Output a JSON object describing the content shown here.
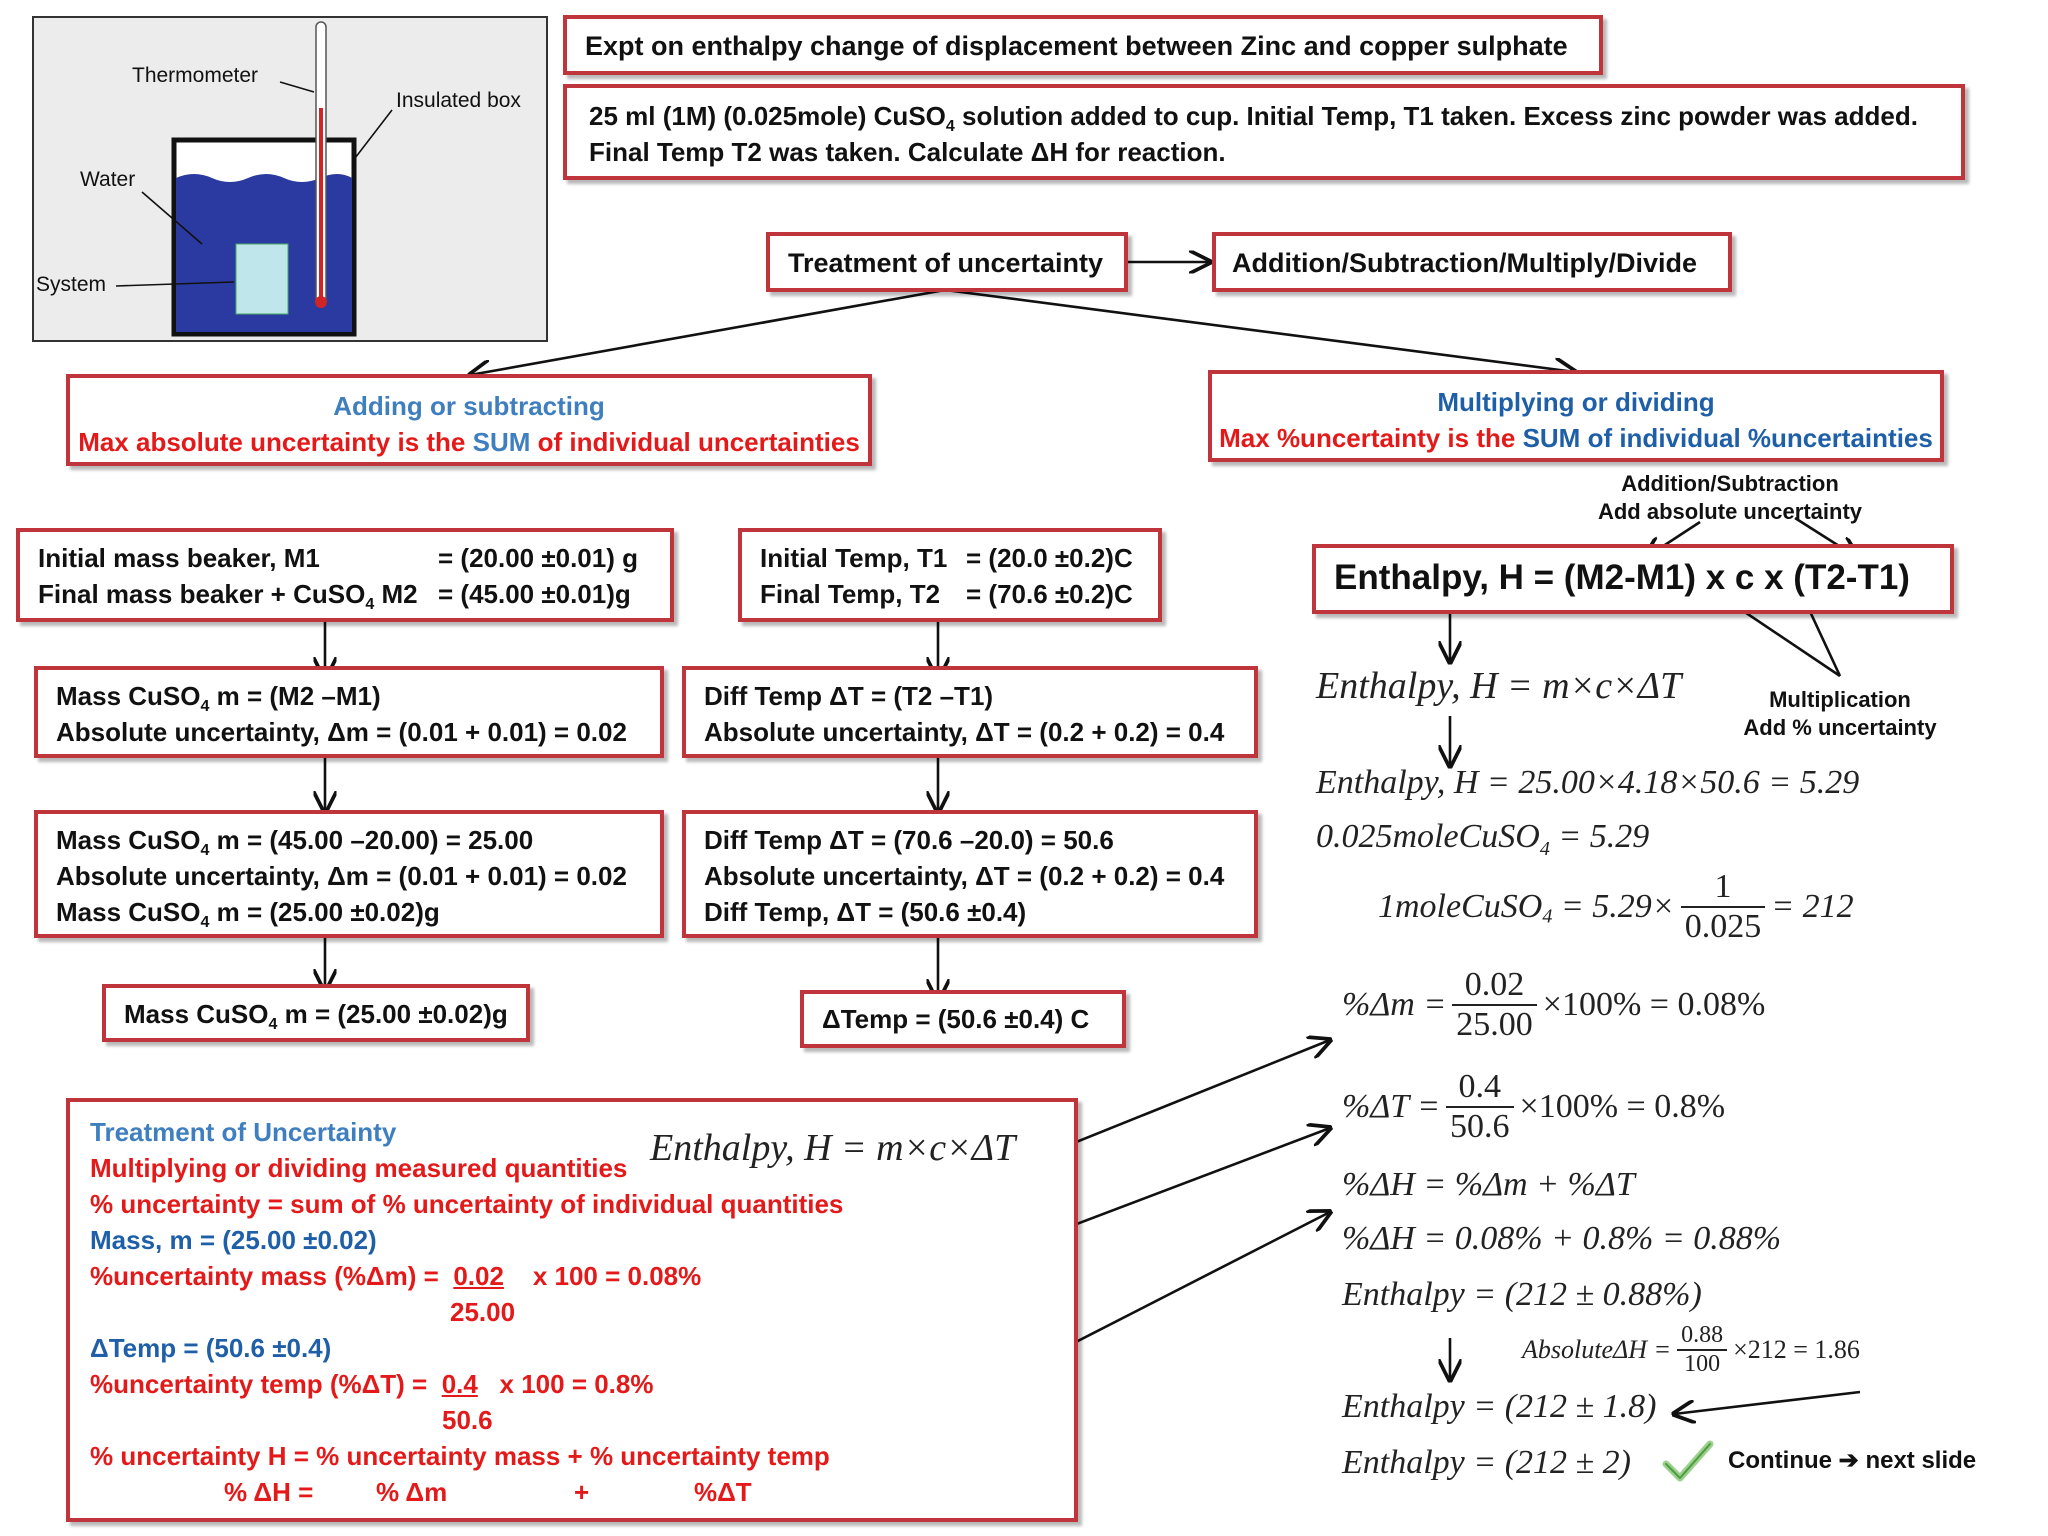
{
  "diagram": {
    "thermometer_label": "Thermometer",
    "insulated_box_label": "Insulated box",
    "water_label": "Water",
    "system_label": "System"
  },
  "title": "Expt on enthalpy change of displacement between Zinc and copper sulphate",
  "intro": {
    "line1_a": "25 ml (1M) (0.025mole) CuSO",
    "line1_sub": "4",
    "line1_b": " solution added to cup. Initial Temp, T1 taken. Excess zinc powder was added.",
    "line2": "Final Temp T2 was taken. Calculate ΔH for reaction."
  },
  "treatment": {
    "label": "Treatment of uncertainty",
    "ops": "Addition/Subtraction/Multiply/Divide"
  },
  "adding_box": {
    "heading": "Adding or subtracting",
    "rule_a": "Max absolute uncertainty is the ",
    "rule_sum": "SUM",
    "rule_b": " of individual uncertainties"
  },
  "multiplying_box": {
    "heading": "Multiplying or dividing",
    "rule_a": "Max %uncertainty is the ",
    "rule_b": "SUM of individual %uncertainties"
  },
  "mass_box1": {
    "l1_label": "Initial mass beaker, M1",
    "l1_value": "= (20.00 ±0.01) g",
    "l2_label_a": "Final mass beaker + CuSO",
    "l2_label_sub": "4",
    "l2_label_b": " M2",
    "l2_value": "= (45.00 ±0.01)g"
  },
  "mass_box2": {
    "l1_a": "Mass CuSO",
    "l1_sub": "4",
    "l1_b": " m = (M2 –M1)",
    "l2": "Absolute uncertainty, Δm = (0.01 + 0.01) = 0.02"
  },
  "mass_box3": {
    "l1_a": "Mass CuSO",
    "l1_sub": "4",
    "l1_b": " m = (45.00 –20.00) = 25.00",
    "l2": "Absolute uncertainty, Δm = (0.01 + 0.01) = 0.02",
    "l3_a": "Mass CuSO",
    "l3_sub": "4",
    "l3_b": " m = (25.00 ±0.02)g"
  },
  "mass_box4": {
    "a": "Mass CuSO",
    "sub": "4",
    "b": " m = (25.00 ±0.02)g"
  },
  "temp_box1": {
    "l1_label": "Initial Temp, T1",
    "l1_value": "= (20.0 ±0.2)C",
    "l2_label": "Final Temp, T2",
    "l2_value": "= (70.6 ±0.2)C"
  },
  "temp_box2": {
    "l1": "Diff Temp ΔT = (T2 –T1)",
    "l2": "Absolute uncertainty, ΔT = (0.2 + 0.2) = 0.4"
  },
  "temp_box3": {
    "l1": "Diff Temp ΔT = (70.6 –20.0) = 50.6",
    "l2": "Absolute uncertainty, ΔT = (0.2 + 0.2) = 0.4",
    "l3": "Diff Temp, ΔT = (50.6 ±0.4)"
  },
  "temp_box4": "ΔTemp  = (50.6 ±0.4) C",
  "right": {
    "addsub_note1": "Addition/Subtraction",
    "addsub_note2": "Add absolute uncertainty",
    "enthalpy_box": "Enthalpy, H = (M2-M1)  x c x (T2-T1)",
    "mult_note1": "Multiplication",
    "mult_note2": "Add % uncertainty",
    "eq1": "Enthalpy, H = m×c×ΔT",
    "eq2": "Enthalpy, H = 25.00×4.18×50.6 = 5.29",
    "eq3_a": "0.025moleCuSO",
    "eq3_sub": "4",
    "eq3_b": " = 5.29",
    "eq4_a": "1moleCuSO",
    "eq4_sub": "4",
    "eq4_b": " = 5.29×",
    "eq4_num": "1",
    "eq4_den": "0.025",
    "eq4_c": "= 212",
    "pm_a": "%Δm =",
    "pm_num": "0.02",
    "pm_den": "25.00",
    "pm_b": "×100% = 0.08%",
    "pt_a": "%ΔT =",
    "pt_num": "0.4",
    "pt_den": "50.6",
    "pt_b": "×100% = 0.8%",
    "ph1": "%ΔH = %Δm + %ΔT",
    "ph2": "%ΔH = 0.08% + 0.8% = 0.88%",
    "en1": "Enthalpy = (212 ± 0.88%)",
    "abs_a": "AbsoluteΔH =",
    "abs_num": "0.88",
    "abs_den": "100",
    "abs_b": "×212 = 1.86",
    "en2": "Enthalpy = (212 ± 1.8)",
    "en3": "Enthalpy = (212 ± 2)",
    "continue_a": "Continue",
    "continue_arrow": "➔",
    "continue_b": "next slide"
  },
  "bottom_box": {
    "title": "Treatment of Uncertainty",
    "l1": "Multiplying or dividing measured quantities",
    "l2": "% uncertainty = sum of % uncertainty of individual quantities",
    "l3": "Mass, m = (25.00 ±0.02)",
    "l4_a": "%uncertainty mass (%Δm) =",
    "l4_num": "0.02",
    "l4_b": "x  100 = 0.08%",
    "l4_den": "25.00",
    "l5": "ΔTemp  = (50.6 ±0.4)",
    "l6_a": "%uncertainty temp (%ΔT) =",
    "l6_num": "0.4",
    "l6_b": "x  100 = 0.8%",
    "l6_den": "50.6",
    "l7": "% uncertainty H = % uncertainty mass + % uncertainty temp",
    "l8_a": "% ΔH =",
    "l8_b": "% Δm",
    "l8_c": "+",
    "l8_d": "%ΔT",
    "eq": "Enthalpy, H = m×c×ΔT"
  },
  "colors": {
    "border": "#c0353b",
    "blue": "#1f5fa8",
    "red": "#e41a1a",
    "water": "#2b3aa0"
  }
}
